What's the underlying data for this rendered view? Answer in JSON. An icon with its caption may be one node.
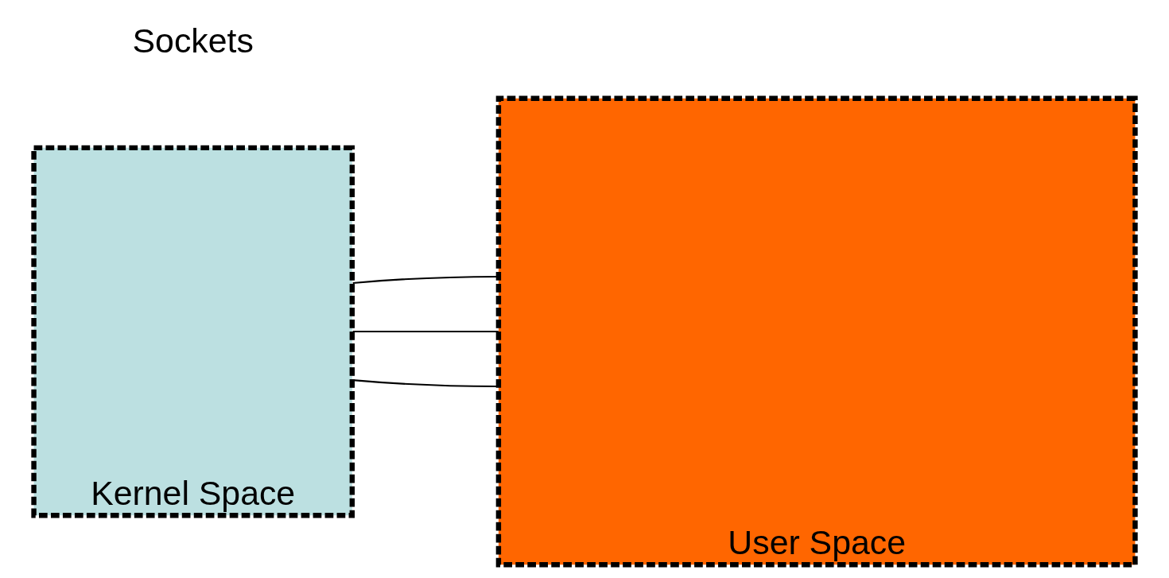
{
  "diagram": {
    "nodes": [
      {
        "text": [
          "Kernel Space"
        ]
      },
      {
        "text": [
          "User Space"
        ]
      }
    ],
    "edges": [
      {
        "from": 0,
        "to": 1,
        "arrow": "none"
      },
      {
        "from": 0,
        "to": 1,
        "arrow": "none"
      },
      {
        "from": 0,
        "to": 1,
        "arrow": "none"
      }
    ],
    "labels": [
      "Sockets"
    ]
  }
}
